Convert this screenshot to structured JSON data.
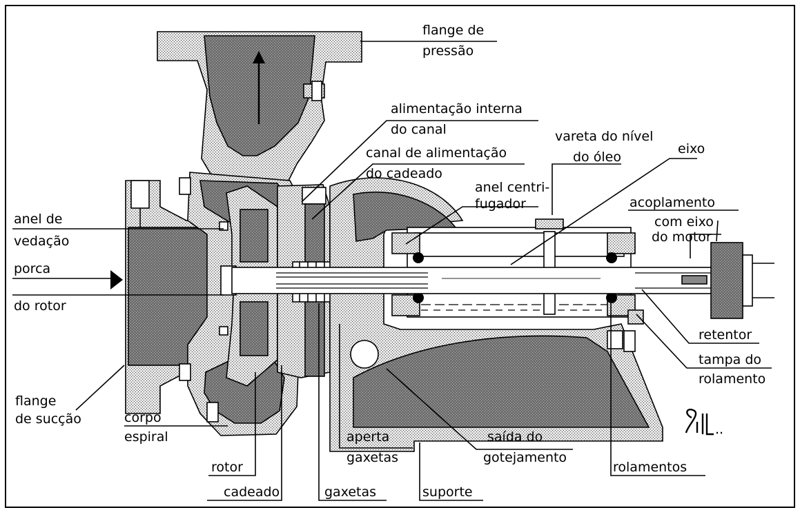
{
  "colors": {
    "casting": "#d6d6d6",
    "cavity": "#6e6e6e",
    "outline": "#000000",
    "background": "#ffffff"
  },
  "labels": {
    "flange_pressao": [
      "flange de",
      "pressão"
    ],
    "alimentacao_interna": [
      "alimentação interna",
      "do canal"
    ],
    "canal_alimentacao": [
      "canal de alimentação",
      "do cadeado"
    ],
    "vareta": [
      "vareta do nível",
      "do óleo"
    ],
    "eixo": [
      "eixo"
    ],
    "anel_centrifugador": [
      "anel centri-",
      "fugador"
    ],
    "acoplamento": [
      "acoplamento",
      "com eixo",
      "do motor"
    ],
    "anel_vedacao": [
      "anel de",
      "vedação"
    ],
    "porca_rotor": [
      "porca",
      "do rotor"
    ],
    "retentor": [
      "retentor"
    ],
    "tampa_rolamento": [
      "tampa do",
      "rolamento"
    ],
    "flange_succao": [
      "flange",
      "de sucção"
    ],
    "corpo_espiral": [
      "corpo",
      "espiral"
    ],
    "rotor": [
      "rotor"
    ],
    "cadeado": [
      "cadeado"
    ],
    "gaxetas": [
      "gaxetas"
    ],
    "aperta_gaxetas": [
      "aperta",
      "gaxetas"
    ],
    "saida_gotejamento": [
      "saída do",
      "gotejamento"
    ],
    "suporte": [
      "suporte"
    ],
    "rolamentos": [
      "rolamentos"
    ]
  }
}
